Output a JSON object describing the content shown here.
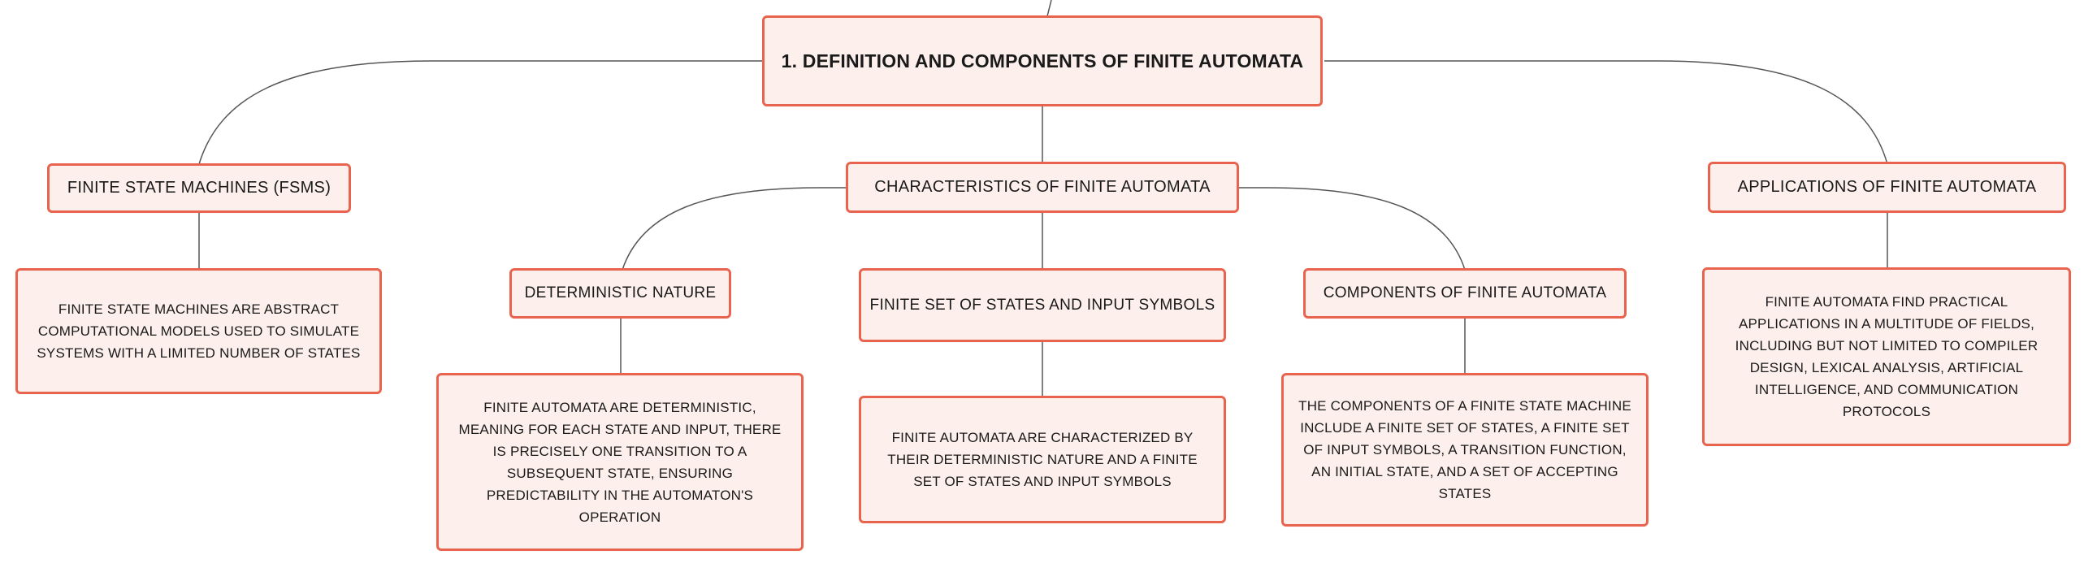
{
  "diagram": {
    "root": {
      "label": "1. DEFINITION AND COMPONENTS OF FINITE AUTOMATA"
    },
    "branches": [
      {
        "label": "FINITE STATE MACHINES (FSMS)",
        "detail": "FINITE STATE MACHINES ARE ABSTRACT COMPUTATIONAL MODELS USED TO SIMULATE SYSTEMS WITH A LIMITED NUMBER OF STATES"
      },
      {
        "label": "CHARACTERISTICS OF FINITE AUTOMATA",
        "children": [
          {
            "label": "DETERMINISTIC NATURE",
            "detail": "FINITE AUTOMATA ARE DETERMINISTIC, MEANING FOR EACH STATE AND INPUT, THERE IS PRECISELY ONE TRANSITION TO A SUBSEQUENT STATE, ENSURING PREDICTABILITY IN THE AUTOMATON'S OPERATION"
          },
          {
            "label": "FINITE SET OF STATES AND INPUT SYMBOLS",
            "detail": "FINITE AUTOMATA ARE CHARACTERIZED BY THEIR DETERMINISTIC NATURE AND A FINITE SET OF STATES AND INPUT SYMBOLS"
          },
          {
            "label": "COMPONENTS OF FINITE AUTOMATA",
            "detail": "THE COMPONENTS OF A FINITE STATE MACHINE INCLUDE A FINITE SET OF STATES, A FINITE SET OF INPUT SYMBOLS, A TRANSITION FUNCTION, AN INITIAL STATE, AND A SET OF ACCEPTING STATES"
          }
        ]
      },
      {
        "label": "APPLICATIONS OF FINITE AUTOMATA",
        "detail": "FINITE AUTOMATA FIND PRACTICAL APPLICATIONS IN A MULTITUDE OF FIELDS, INCLUDING BUT NOT LIMITED TO COMPILER DESIGN, LEXICAL ANALYSIS, ARTIFICIAL INTELLIGENCE, AND COMMUNICATION PROTOCOLS"
      }
    ]
  },
  "colors": {
    "node_fill": "#fdf0ec",
    "node_border": "#e8644f",
    "connector": "#555555",
    "text": "#1a1a1a"
  }
}
